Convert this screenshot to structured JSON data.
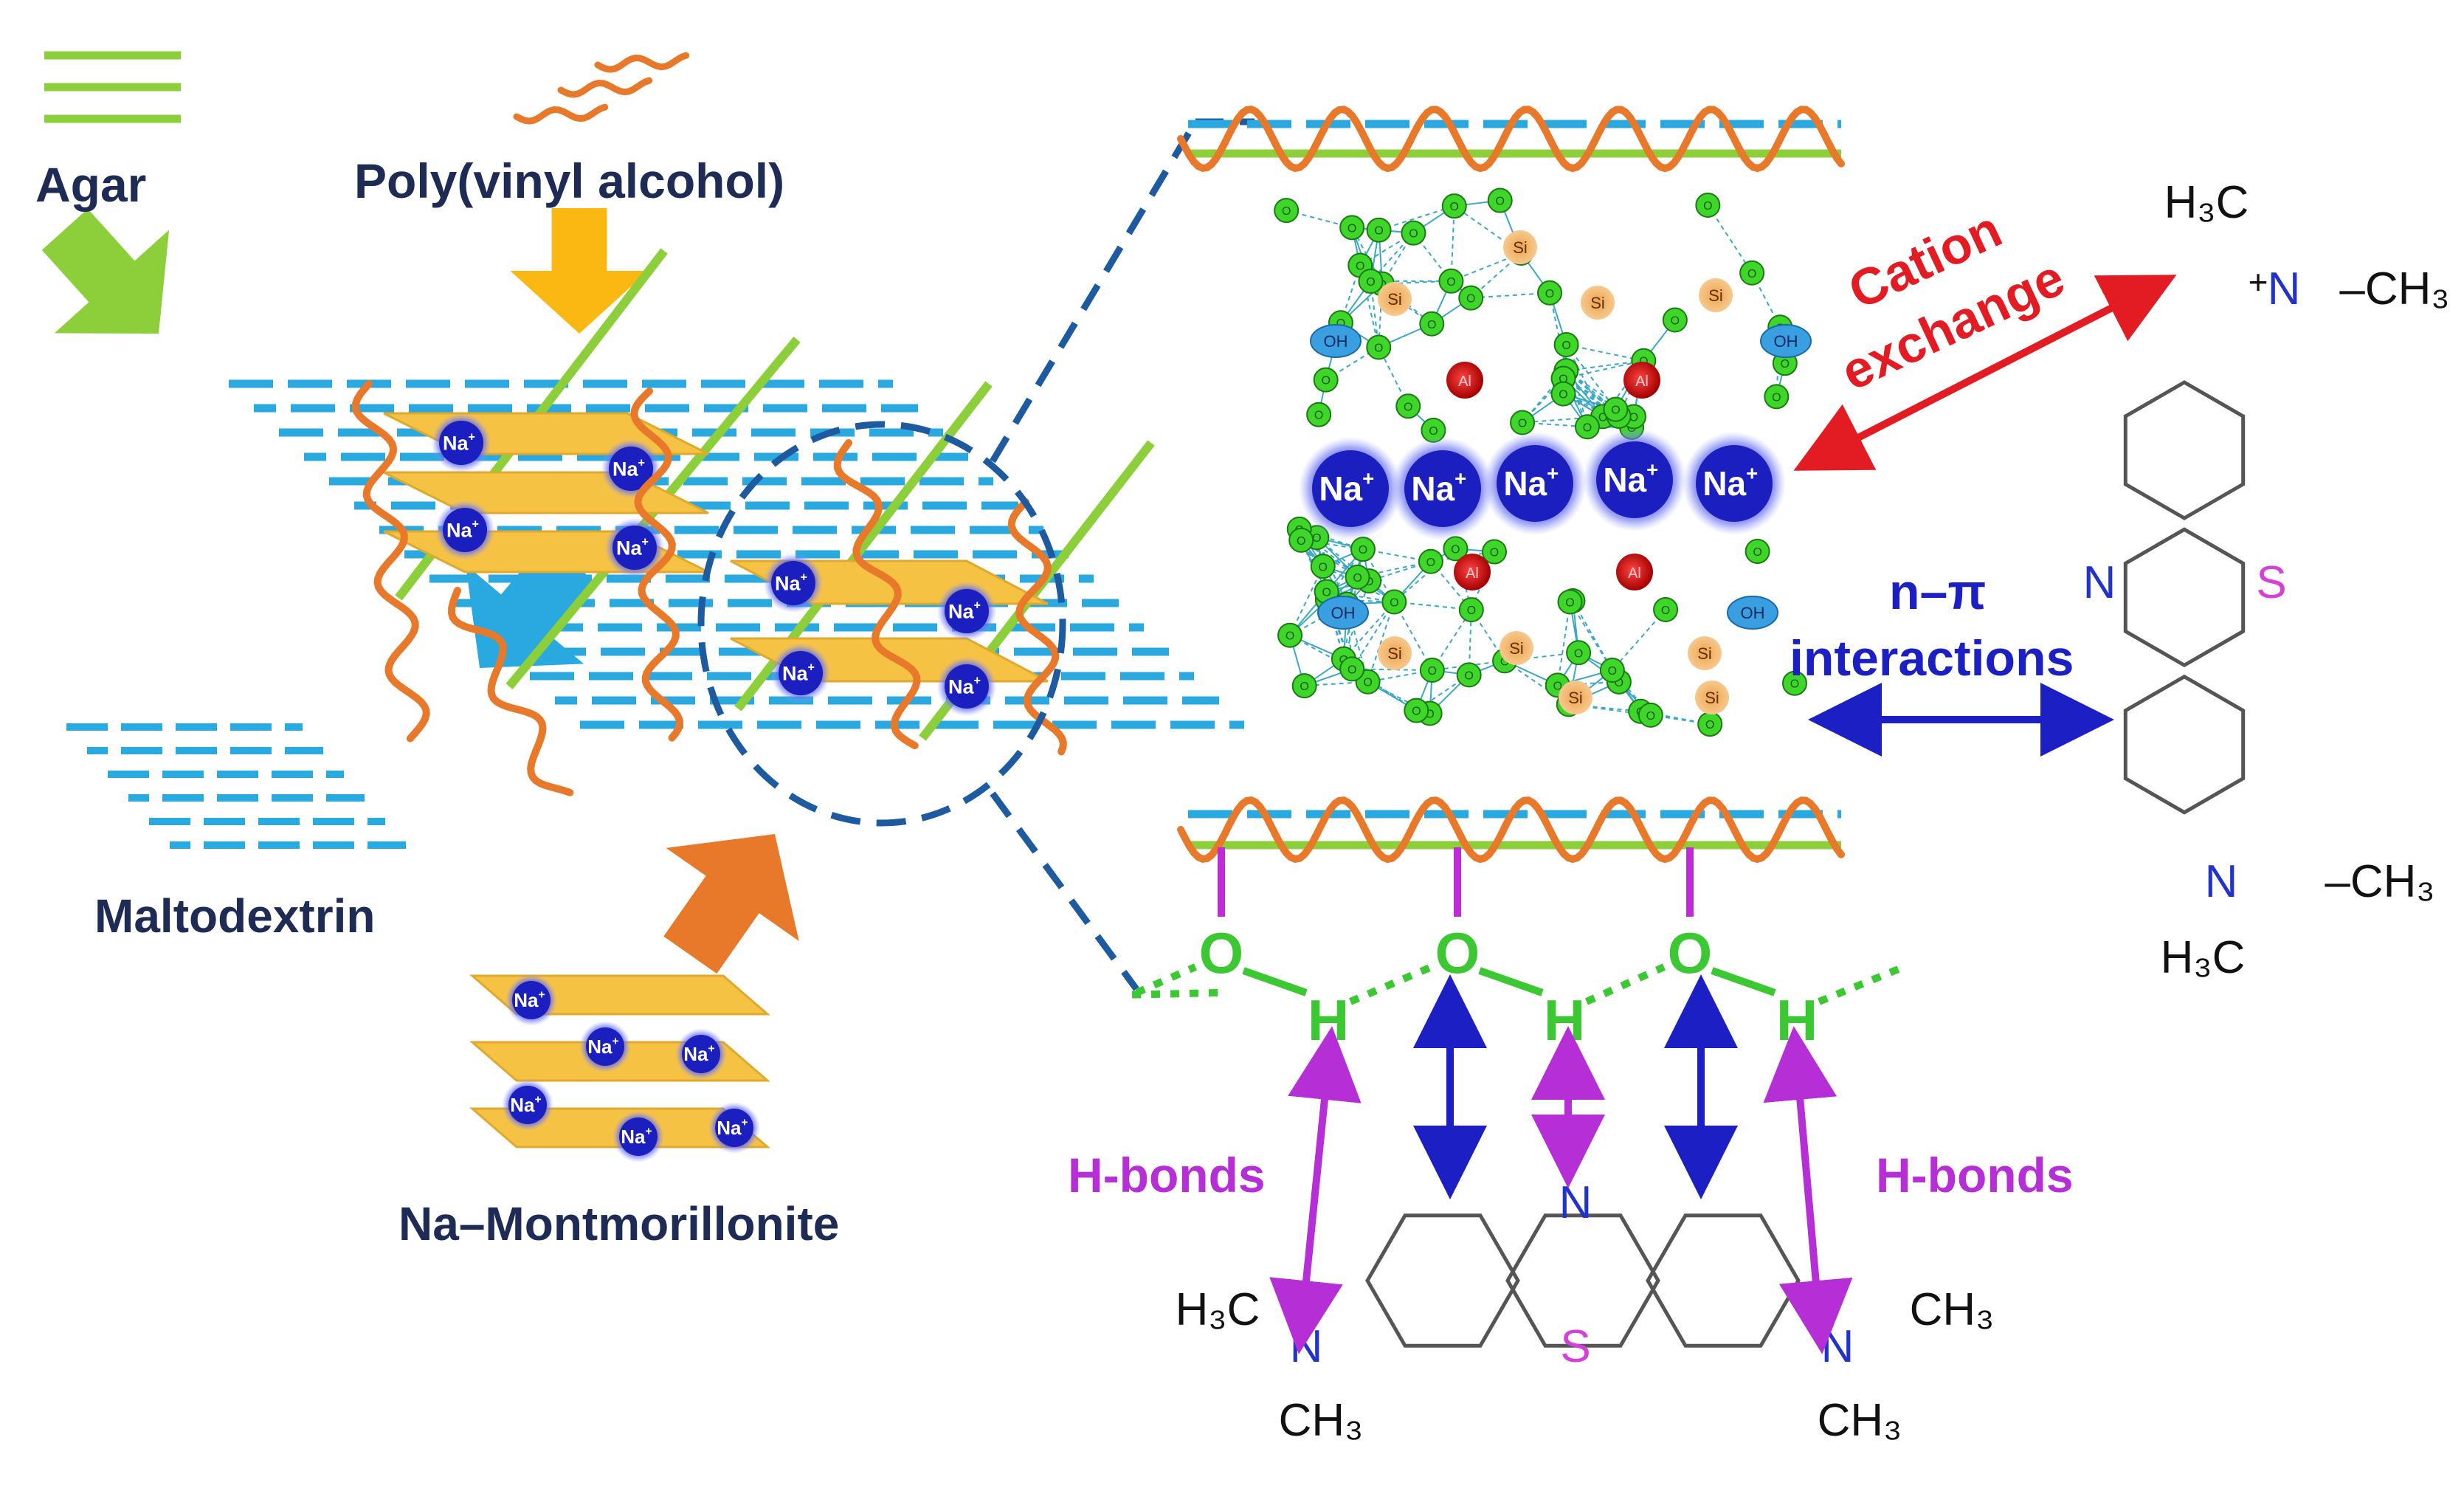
{
  "labels": {
    "agar": "Agar",
    "pva": "Poly(vinyl alcohol)",
    "maltodextrin": "Maltodextrin",
    "montmorillonite": "Na–Montmorillonite",
    "cation_exchange_line1": "Cation",
    "cation_exchange_line2": "exchange",
    "npi_line1": "n–π",
    "npi_line2": "interactions",
    "hbonds_left": "H-bonds",
    "hbonds_right": "H-bonds"
  },
  "ions": {
    "na": "Na",
    "plus": "+"
  },
  "atoms": {
    "o": "O",
    "h": "H",
    "n": "N",
    "s": "S",
    "si": "Si",
    "al": "Al",
    "oh": "OH"
  },
  "methyl": {
    "h3c": "H₃C",
    "ch3": "CH₃",
    "ch3_side": "–CH₃",
    "n_ch3": "N–CH₃"
  },
  "colors": {
    "agar": "#8ccf3a",
    "pva": "#e8792a",
    "maltodextrin": "#29a9e0",
    "clay": "#f6c244",
    "sodium": "#1c1fbf",
    "cation_exchange": "#e31b23",
    "npi": "#1b1fc4",
    "hbond": "#b62fd6",
    "hydroxyl": "#3cc832",
    "sulfur": "#d63fd8",
    "nitrogen": "#2233cc",
    "navy_text": "#1d2b55",
    "dashed_frame": "#1e5aa0"
  }
}
